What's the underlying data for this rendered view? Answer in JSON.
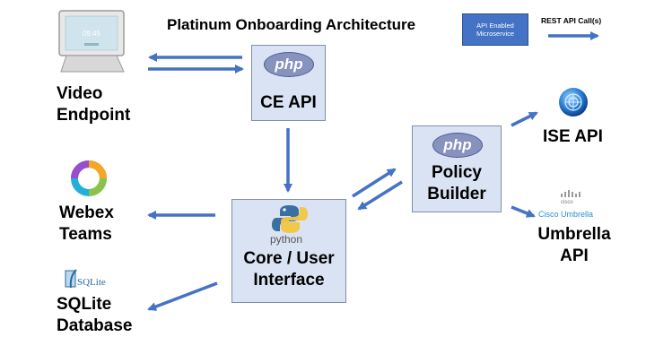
{
  "title": "Platinum Onboarding Architecture",
  "legend": {
    "box_label": "API Enabled\nMicroservice",
    "arrow_label": "REST API Call(s)"
  },
  "nodes": {
    "ce_api": {
      "label": "CE API",
      "logo_text": "php"
    },
    "core": {
      "label": "Core / User\nInterface",
      "logo_text": "python"
    },
    "policy": {
      "label": "Policy\nBuilder",
      "logo_text": "php"
    },
    "video": {
      "label": "Video\nEndpoint",
      "screen_text": "09:45"
    },
    "webex": {
      "label": "Webex\nTeams"
    },
    "sqlite": {
      "label": "SQLite\nDatabase",
      "logo_text": "SQLite"
    },
    "ise": {
      "label": "ISE API"
    },
    "umbrella": {
      "label": "Umbrella\nAPI",
      "logo_text": "Cisco Umbrella",
      "logo_brand": "cisco"
    }
  },
  "colors": {
    "arrow": "#4472c4",
    "service_box": "#dae3f3",
    "legend_box": "#4472c4"
  }
}
